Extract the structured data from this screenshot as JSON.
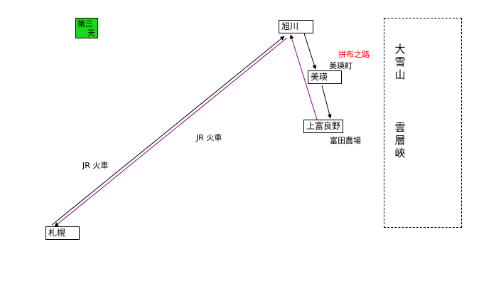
{
  "badge": {
    "lines": [
      "第三",
      "天"
    ],
    "color": "#19d919"
  },
  "nodes": {
    "asahikawa": "旭川",
    "biei": "美瑛",
    "kamifurano": "上富良野",
    "sapporo": "札幌"
  },
  "labels": {
    "jr_train_upper": "JR 火車",
    "jr_train_lower": "JR 火車",
    "patchwork_road": "拼布之路",
    "biei_town": "美瑛町",
    "tomita_farm": "富田農場"
  },
  "side_box": {
    "top_text": [
      "大",
      "雪",
      "山"
    ],
    "bottom_text": [
      "雲",
      "層",
      "峽"
    ]
  },
  "colors": {
    "route_out": "#000000",
    "route_back": "#8b008b",
    "highlight_text": "#ff0000"
  }
}
